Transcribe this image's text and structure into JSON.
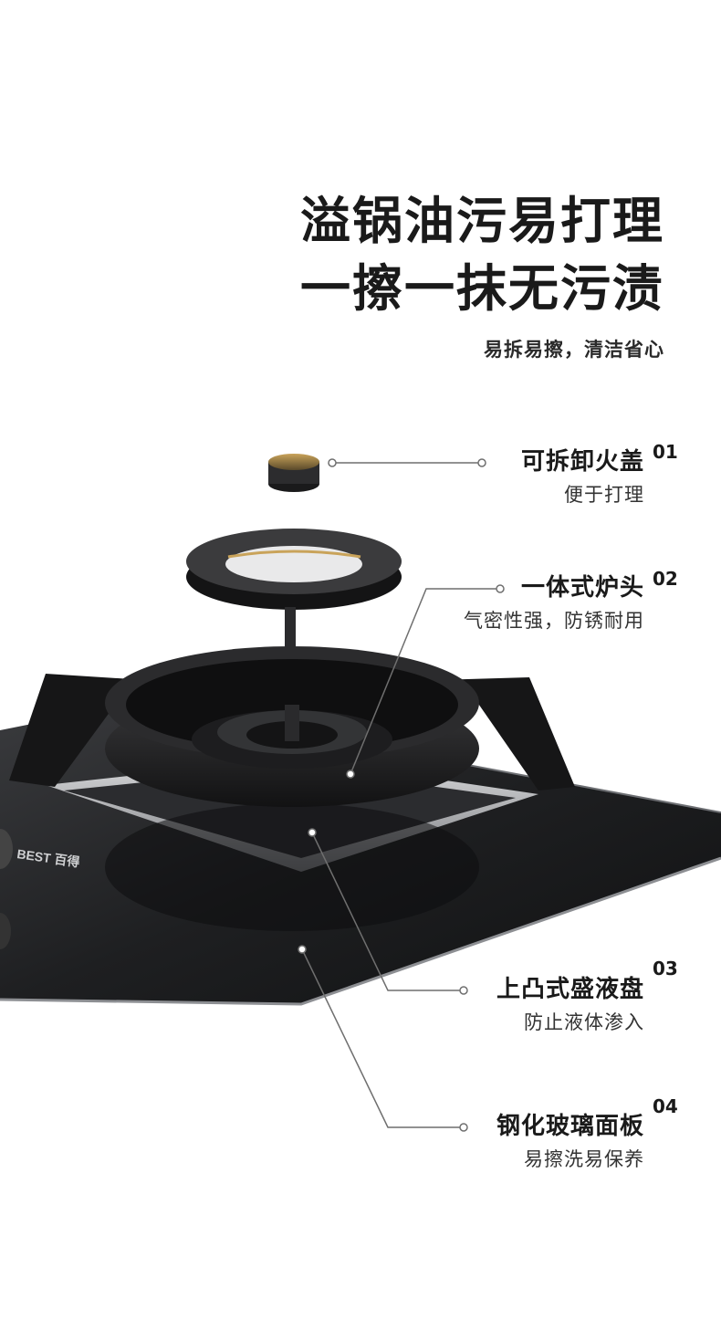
{
  "headline": {
    "line1": "溢锅油污易打理",
    "line2": "一擦一抹无污渍",
    "subtitle": "易拆易擦，清洁省心"
  },
  "features": [
    {
      "title": "可拆卸火盖",
      "desc": "便于打理",
      "num": "01"
    },
    {
      "title": "一体式炉头",
      "desc": "气密性强，防锈耐用",
      "num": "02"
    },
    {
      "title": "上凸式盛液盘",
      "desc": "防止液体渗入",
      "num": "03"
    },
    {
      "title": "钢化玻璃面板",
      "desc": "易擦洗易保养",
      "num": "04"
    }
  ],
  "brand": {
    "logo_text": "BEST 百得"
  },
  "colors": {
    "glass": "#2a2b2d",
    "burner": "#1c1c1e",
    "gold_accent": "#c9a35a",
    "steel": "#9a9ca0"
  }
}
